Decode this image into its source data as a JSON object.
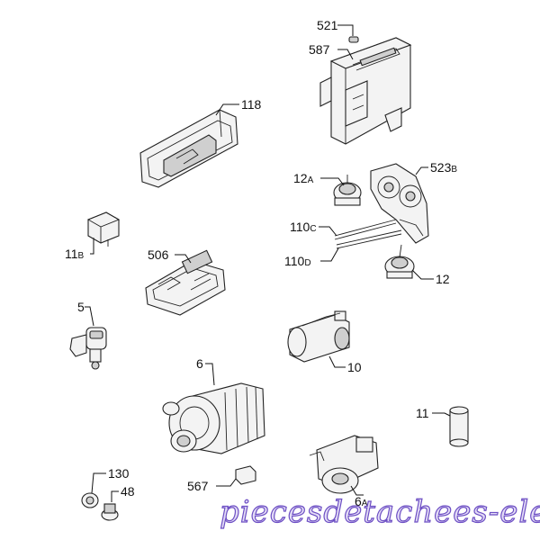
{
  "callouts": {
    "c521": "521",
    "c587": "587",
    "c118": "118",
    "c12A": "12",
    "c12A_suffix": "A",
    "c523B": "523",
    "c523B_suffix": "B",
    "c110C": "110",
    "c110C_suffix": "C",
    "c110D": "110",
    "c110D_suffix": "D",
    "c12": "12",
    "c11B": "11",
    "c11B_suffix": "B",
    "c506": "506",
    "c5": "5",
    "c10": "10",
    "c6": "6",
    "c11": "11",
    "c130": "130",
    "c48": "48",
    "c567": "567",
    "c6A": "6",
    "c6A_suffix": "A"
  },
  "watermark": "piecesdetachees-elec.com",
  "colors": {
    "watermark_fill": "#e3dcf6",
    "watermark_stroke": "#6d4fc4",
    "line": "#222222"
  }
}
